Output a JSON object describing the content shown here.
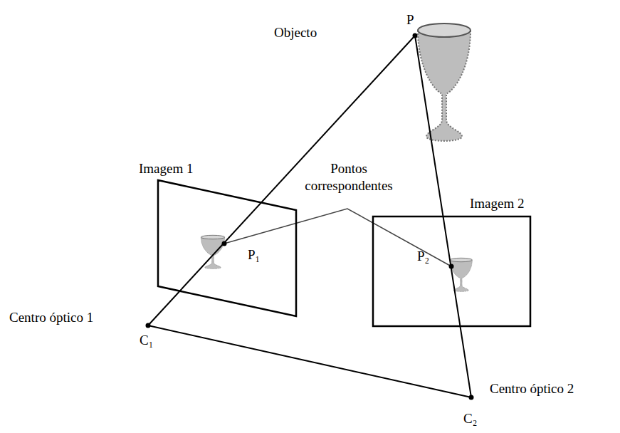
{
  "diagram": {
    "nodes": [
      {
        "text": [
          "Imagem 1",
          "P₁"
        ]
      },
      {
        "text": [
          "Imagem 2",
          "P₂"
        ]
      }
    ],
    "labels": [
      "P",
      "Objecto",
      "Pontos correspondentes",
      "Centro óptico 1",
      "C₁",
      "Centro óptico 2",
      "C₂"
    ]
  }
}
